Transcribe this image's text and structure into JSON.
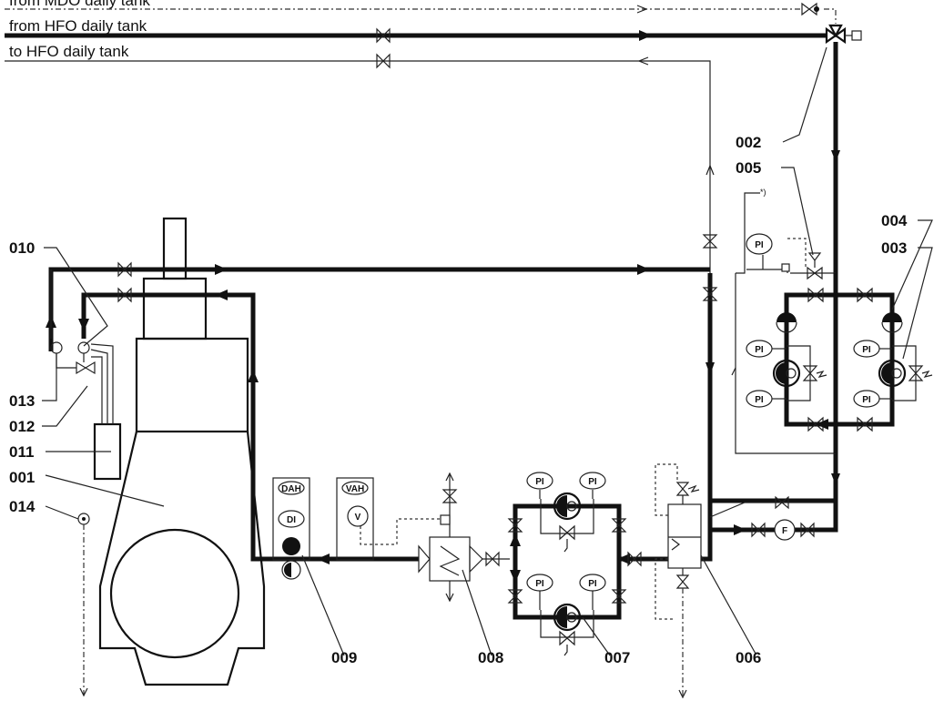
{
  "lines": {
    "mdo_supply": "from MDO daily tank",
    "hfo_supply": "from HFO daily tank",
    "hfo_return": "to HFO daily tank"
  },
  "callouts": {
    "c001": "001",
    "c002": "002",
    "c003": "003",
    "c004": "004",
    "c005": "005",
    "c006": "006",
    "c007": "007",
    "c008": "008",
    "c009": "009",
    "c010": "010",
    "c011": "011",
    "c012": "012",
    "c013": "013",
    "c014": "014"
  },
  "instruments": {
    "pi": "PI",
    "dah": "DAH",
    "vah": "VAH",
    "di": "DI",
    "v": "V",
    "f": "F",
    "note": "*)"
  }
}
